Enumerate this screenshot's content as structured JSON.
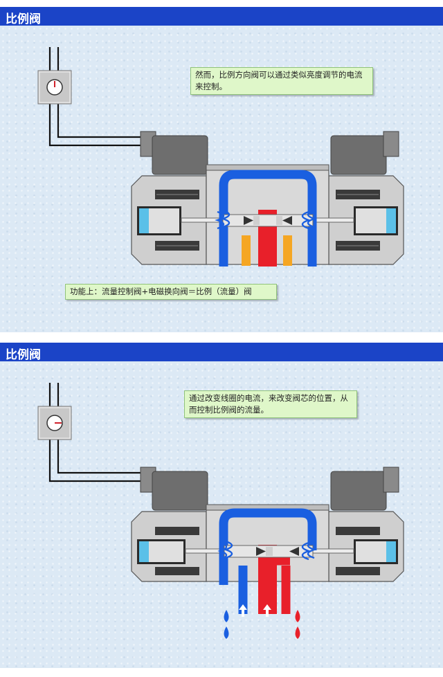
{
  "slides": [
    {
      "title": "比例阀",
      "note": "然而，比例方向阀可以通过类似亮度调节的电流来控制。",
      "function_label": "功能上：流量控制阀+电磁换向阀＝比例（流量）阀"
    },
    {
      "title": "比例阀",
      "note": "通过改变线圈的电流，来改变阀芯的位置，从而控制比例阀的流量。"
    }
  ],
  "colors": {
    "title_bar": "#1b44c7",
    "pressure": "#e8202a",
    "return": "#1a5fe0",
    "orifice": "#f5a623",
    "spool_body": "#cfcfcf",
    "note_bg": "#dff7c9"
  },
  "icons": [
    "dimmer-knob-icon",
    "valve-solenoid-icon",
    "flow-arrow-up-icon",
    "oil-drop-icon"
  ]
}
